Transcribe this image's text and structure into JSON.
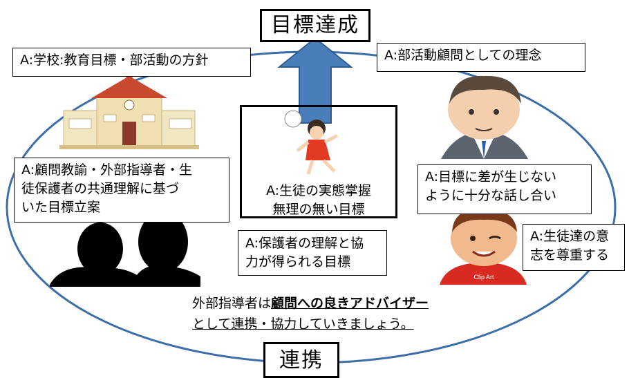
{
  "center_top": "目標達成",
  "bottom_center": "連携",
  "boxes": {
    "school_policy": "A:学校:教育目標・部活動の方針",
    "advisor_philosophy": "A:部活動顧問としての理念",
    "common_understanding": [
      "A:顧問教諭・外部指導者・生",
      "徒保護者の共通理解に基づ",
      "いた目標立案"
    ],
    "student_reality": [
      "A:生徒の実態掌握",
      "無理の無い目標"
    ],
    "discussion": [
      "A:目標に差が生じない",
      "ように十分な話し合い"
    ],
    "guardian_cooperation": [
      "A:保護者の理解と協",
      "力が得られる目標"
    ],
    "respect_students": [
      "A:生徒達の意",
      "志を尊重する"
    ]
  },
  "note": {
    "prefix": "外部指導者は",
    "bold": "顧問への良きアドバイザー",
    "line2": "として連携・協力していきましょう。"
  },
  "illustration_label": "Clip Art",
  "colors": {
    "arrow": "#4a7ebb",
    "arrow_stroke": "#2e5c8f",
    "ellipse": "#3b6ea8",
    "shirt": "#d82a20"
  }
}
